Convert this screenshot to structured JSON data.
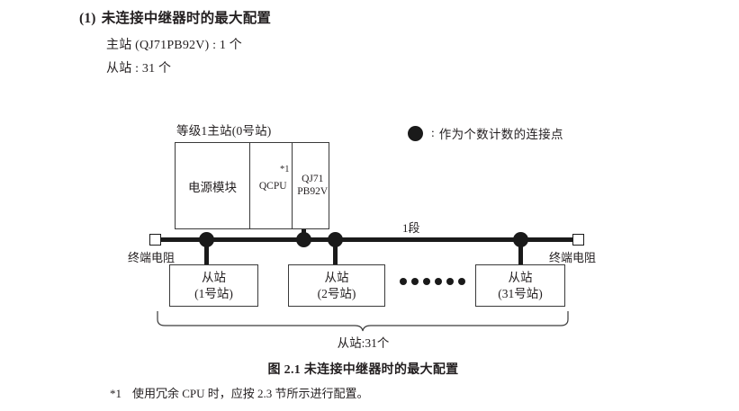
{
  "heading": {
    "number": "(1)",
    "text": "未连接中继器时的最大配置"
  },
  "specs": [
    "主站 (QJ71PB92V) : 1 个",
    "从站 : 31 个"
  ],
  "legend": {
    "symbol": "filled-circle",
    "colon": ":",
    "text": "作为个数计数的连接点"
  },
  "master": {
    "title": "等级1主站(0号站)",
    "slots": [
      {
        "label": "电源模块"
      },
      {
        "label": "QCPU",
        "note": "*1"
      },
      {
        "label_line1": "QJ71",
        "label_line2": "PB92V"
      }
    ]
  },
  "bus": {
    "segment_label": "1段",
    "terminator_left_label": "终端电阻",
    "terminator_right_label": "终端电阻",
    "connection_dots": 4
  },
  "slaves": [
    {
      "name": "从站",
      "station": "(1号站)"
    },
    {
      "name": "从站",
      "station": "(2号站)"
    },
    {
      "name": "从站",
      "station": "(31号站)"
    }
  ],
  "slave_ellipsis_count": 6,
  "slave_brace_label": "从站:31个",
  "figure_caption": "图 2.1  未连接中继器时的最大配置",
  "footnote": {
    "marker": "*1",
    "text": "使用冗余 CPU 时，应按 2.3 节所示进行配置。"
  },
  "colors": {
    "ink": "#231f20",
    "line": "#1a1a1a",
    "box_border": "#3a3a3a",
    "background": "#ffffff"
  }
}
